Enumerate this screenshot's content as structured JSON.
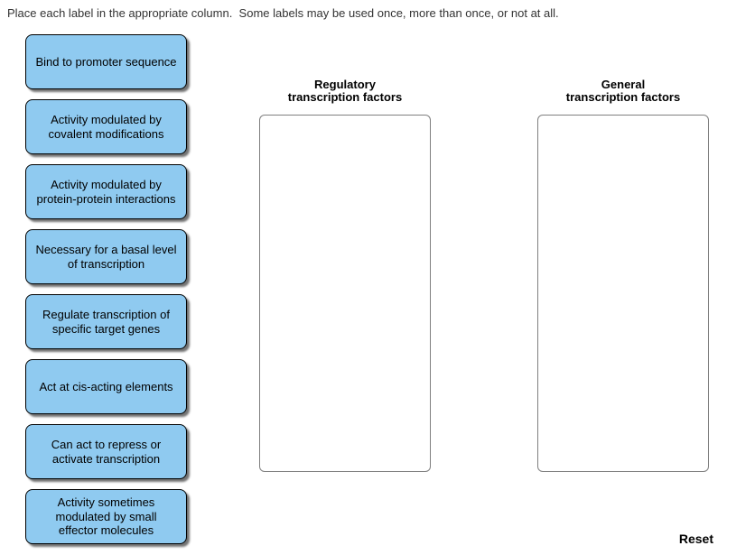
{
  "instruction": "Place each label in the appropriate column.  Some labels may be used once, more than once, or not at all.",
  "labels": [
    {
      "text": "Bind to promoter sequence"
    },
    {
      "text": "Activity modulated by covalent modifications"
    },
    {
      "text": "Activity modulated by protein-protein interactions"
    },
    {
      "text": "Necessary for a basal level of transcription"
    },
    {
      "text": "Regulate transcription of specific target genes"
    },
    {
      "text": "Act at cis-acting elements"
    },
    {
      "text": "Can act to repress or activate transcription"
    },
    {
      "text": "Activity sometimes modulated by small effector molecules"
    }
  ],
  "columns": [
    {
      "title_line1": "Regulatory",
      "title_line2": "transcription factors"
    },
    {
      "title_line1": "General",
      "title_line2": "transcription factors"
    }
  ],
  "reset_label": "Reset",
  "colors": {
    "label_fill": "#8FCAF0",
    "label_border": "#000000",
    "dropzone_border": "#7F7F7F",
    "instruction_text": "#333333"
  }
}
